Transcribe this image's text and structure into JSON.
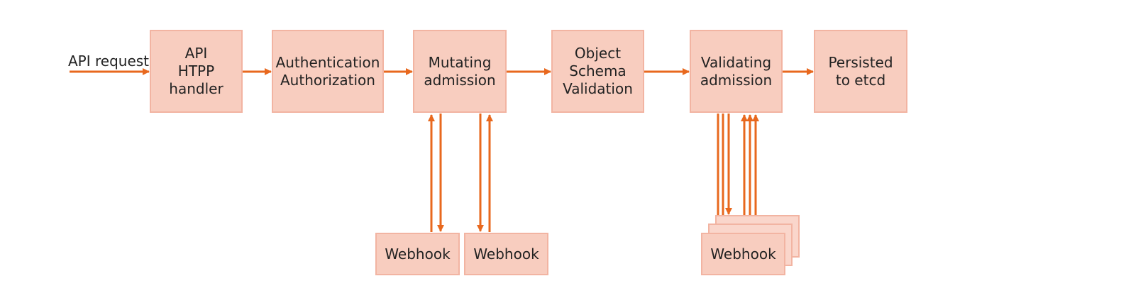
{
  "colors": {
    "box_fill": "#f8cdbf",
    "box_border": "#f2b4a2",
    "arrow": "#e8681e",
    "text": "#222222"
  },
  "input_label": "API request",
  "boxes": {
    "api_handler": "API\nHTPP\nhandler",
    "authentication": "Authentication\nAuthorization",
    "mutating": "Mutating\nadmission",
    "schema": "Object\nSchema\nValidation",
    "validating": "Validating\nadmission",
    "persisted": "Persisted\nto etcd"
  },
  "webhooks": {
    "mutating_1": "Webhook",
    "mutating_2": "Webhook",
    "validating": "Webhook"
  }
}
